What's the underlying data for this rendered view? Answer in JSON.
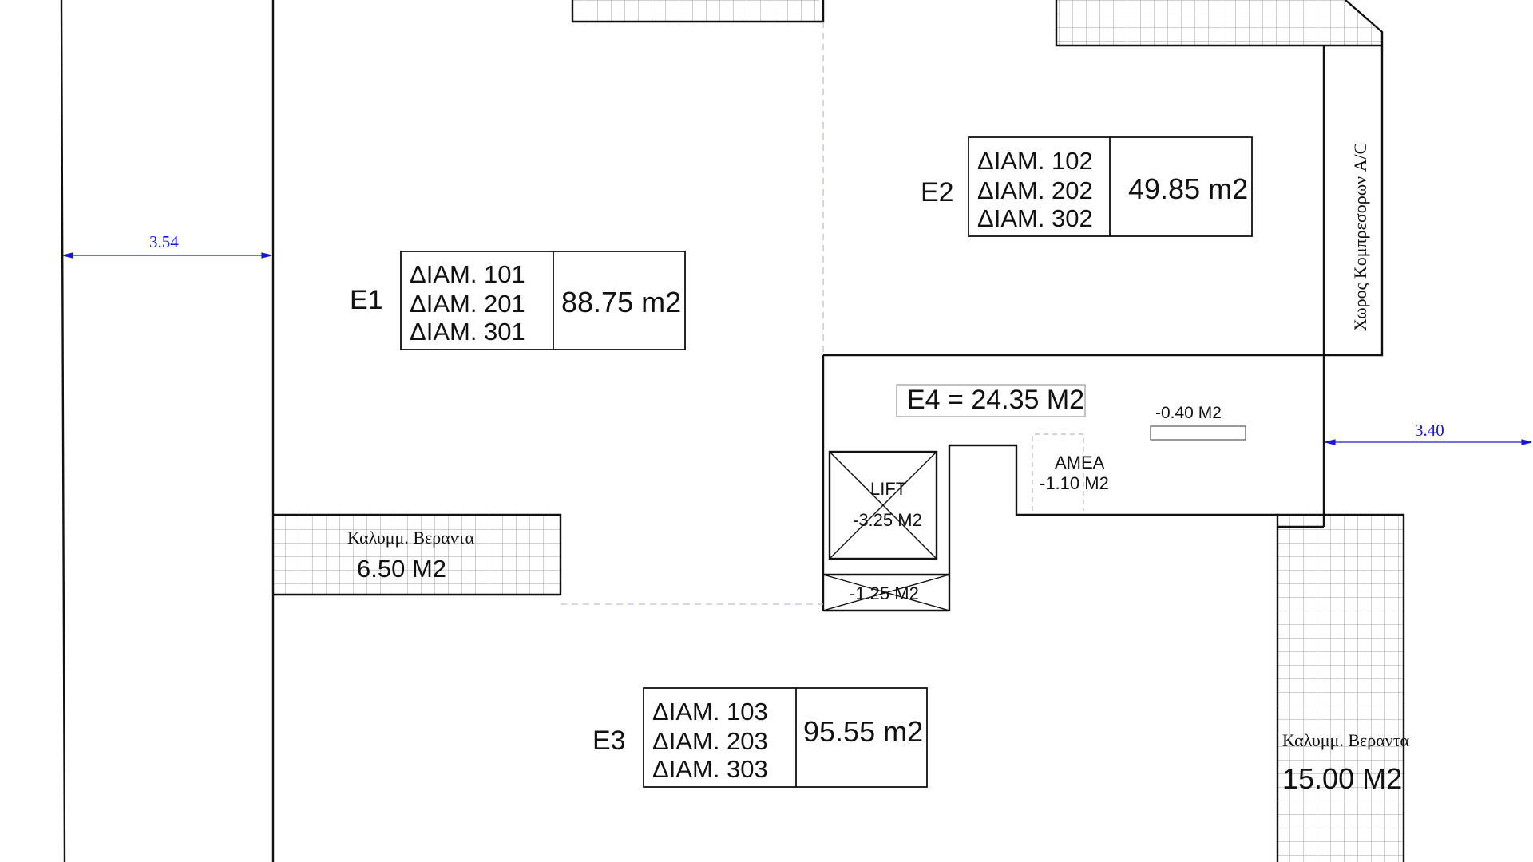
{
  "units": {
    "E1": {
      "name": "E1",
      "lines": [
        "ΔΙΑΜ. 101",
        "ΔΙΑΜ. 201",
        "ΔΙΑΜ. 301"
      ],
      "area": "88.75 m2"
    },
    "E2": {
      "name": "E2",
      "lines": [
        "ΔΙΑΜ. 102",
        "ΔΙΑΜ. 202",
        "ΔΙΑΜ. 302"
      ],
      "area": "49.85 m2"
    },
    "E3": {
      "name": "E3",
      "lines": [
        "ΔΙΑΜ. 103",
        "ΔΙΑΜ. 203",
        "ΔΙΑΜ. 303"
      ],
      "area": "95.55 m2"
    }
  },
  "common": {
    "e4": "E4 = 24.35 M2",
    "lift_label": "LIFT",
    "lift_area": "-3.25 M2",
    "amea_label": "AMEA",
    "amea_area": "-1.10 M2",
    "small_area": "-0.40 M2",
    "shaft_area": "-1.25 M2",
    "compressor_room": "Χωρος Κομπρεσορων  A/C"
  },
  "verandas": {
    "left": {
      "label": "Καλυμμ. Βεραντα",
      "area": "6.50 M2"
    },
    "right": {
      "label": "Καλυμμ. Βεραντα",
      "area": "15.00 M2"
    }
  },
  "dimensions": {
    "left": "3.54",
    "right": "3.40"
  },
  "colors": {
    "lines": "#111111",
    "dimension": "#1a1acc",
    "hatch": "#9a9a9a"
  }
}
